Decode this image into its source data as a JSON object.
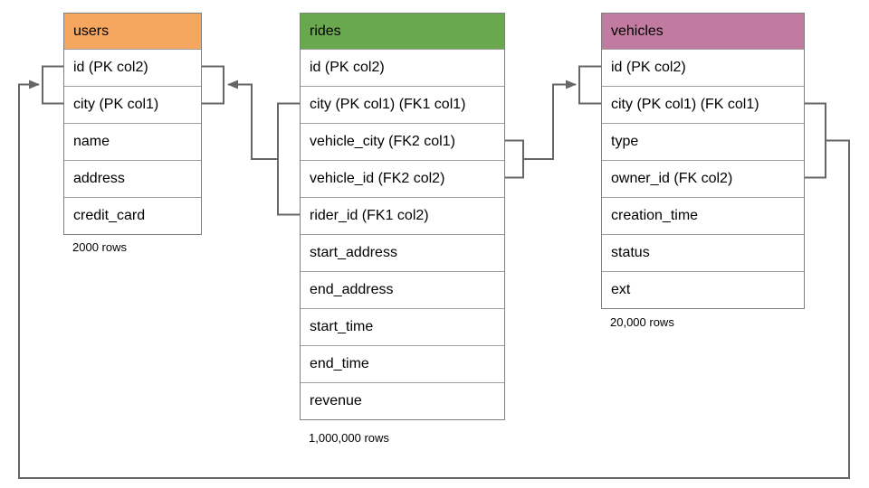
{
  "diagram": {
    "type": "database-schema",
    "line_color": "#666666"
  },
  "tables": {
    "users": {
      "title": "users",
      "header_color": "#f6a75f",
      "columns": [
        "id (PK col2)",
        "city (PK col1)",
        "name",
        "address",
        "credit_card"
      ],
      "row_count": "2000 rows"
    },
    "rides": {
      "title": "rides",
      "header_color": "#6aa84f",
      "columns": [
        "id (PK col2)",
        "city (PK col1) (FK1 col1)",
        "vehicle_city (FK2 col1)",
        "vehicle_id (FK2 col2)",
        "rider_id (FK1 col2)",
        "start_address",
        "end_address",
        "start_time",
        "end_time",
        "revenue"
      ],
      "row_count": "1,000,000 rows"
    },
    "vehicles": {
      "title": "vehicles",
      "header_color": "#c27ba0",
      "columns": [
        "id (PK col2)",
        "city (PK col1) (FK col1)",
        "type",
        "owner_id (FK col2)",
        "creation_time",
        "status",
        "ext"
      ],
      "row_count": "20,000 rows"
    }
  },
  "relationships": [
    {
      "label": "FK1",
      "from": "rides (city, rider_id)",
      "to": "users (city, id)"
    },
    {
      "label": "FK2",
      "from": "rides (vehicle_city, vehicle_id)",
      "to": "vehicles (city, id)"
    },
    {
      "label": "FK",
      "from": "vehicles (city, owner_id)",
      "to": "users (city, id)"
    }
  ]
}
